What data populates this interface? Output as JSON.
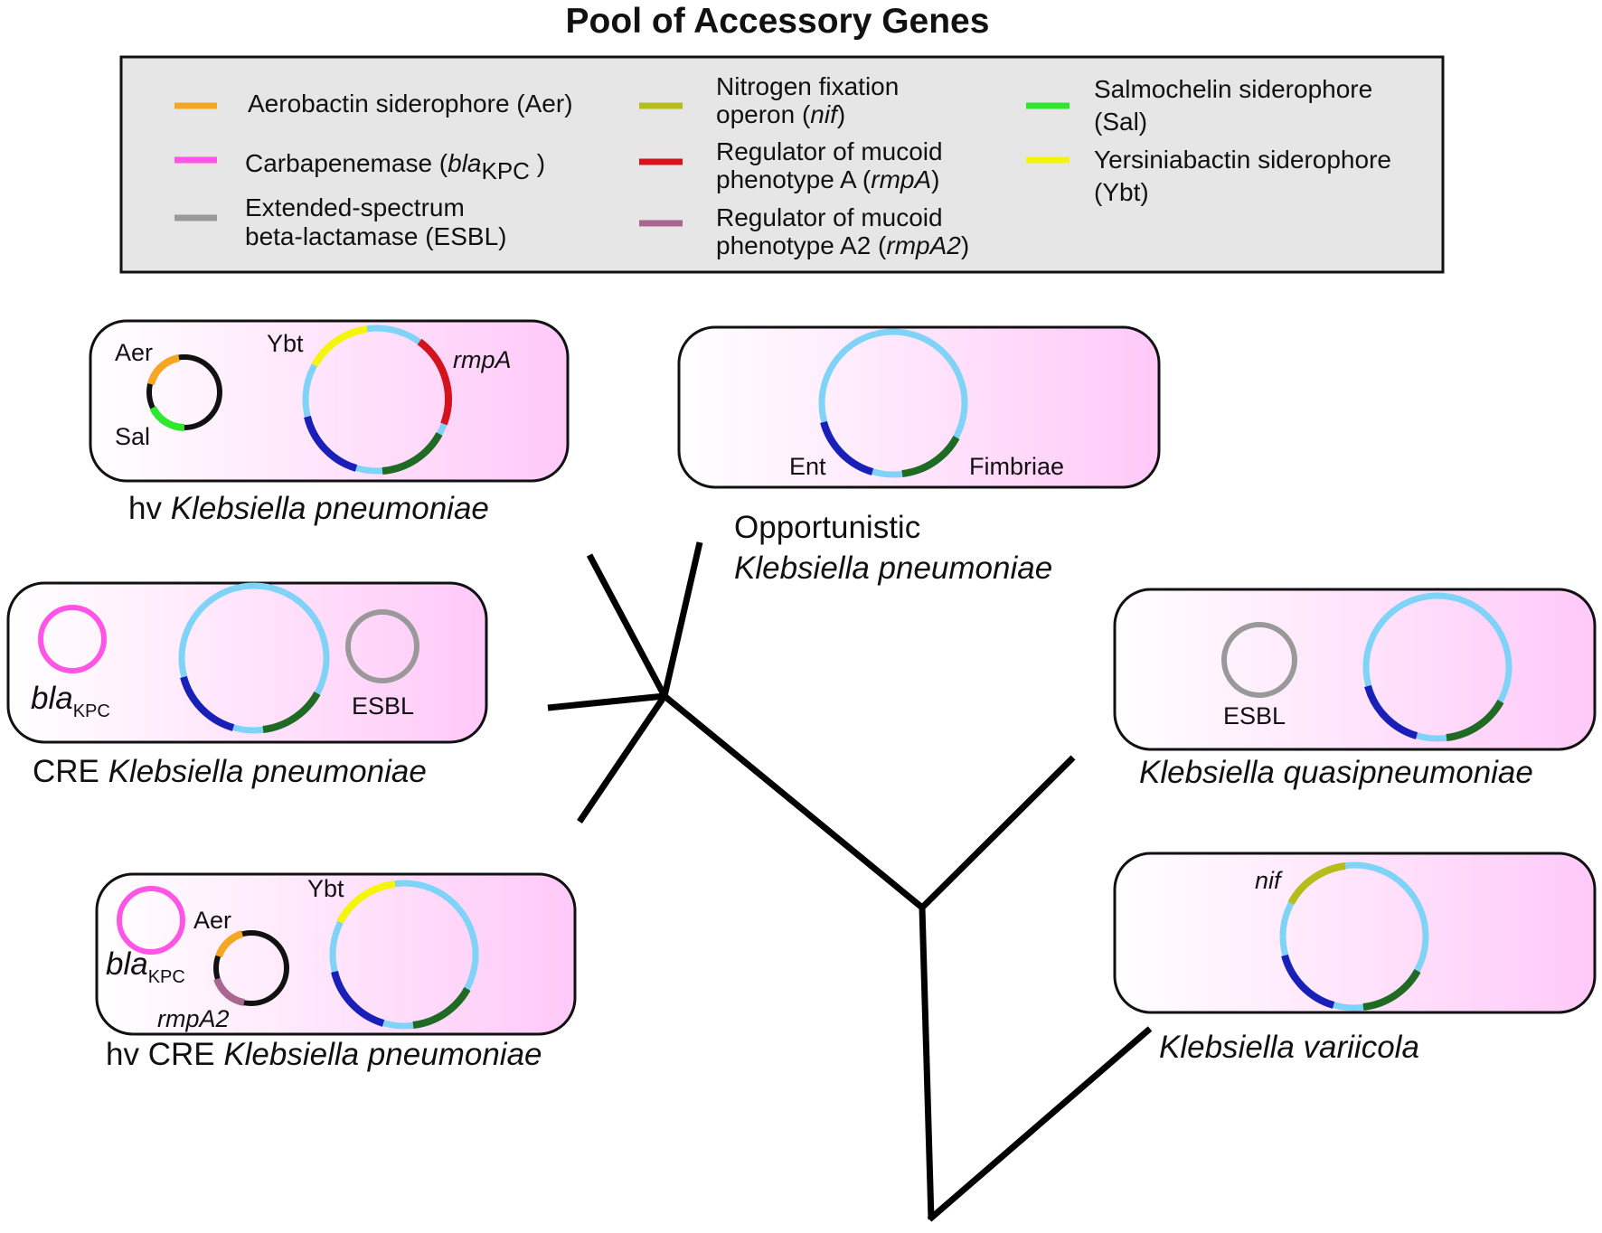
{
  "title": "Pool of Accessory Genes",
  "colors": {
    "aer": "#f5a623",
    "kpc": "#ff55e6",
    "esbl": "#999999",
    "nif": "#b5bd1a",
    "rmpA": "#d4141c",
    "rmpA2": "#a86690",
    "sal": "#2ee82e",
    "ybt": "#f4f50a",
    "chromosome": "#7fd3f7",
    "ent": "#1a1fb8",
    "fimbriae": "#1f6b23",
    "plasmid": "#111111",
    "cell_fill_start": "#ffffff",
    "cell_fill_end": "#ffc9f8",
    "legend_bg": "#e6e6e6"
  },
  "legend": {
    "aer": "Aerobactin siderophore (Aer)",
    "kpc_pre": "Carbapenemase (",
    "kpc_it": "bla",
    "kpc_sub": "KPC",
    "kpc_post": " )",
    "esbl_1": "Extended-spectrum",
    "esbl_2": "beta-lactamase (ESBL)",
    "nif_1": "Nitrogen fixation",
    "nif_2_pre": "operon (",
    "nif_2_it": "nif",
    "nif_2_post": ")",
    "rmpA_1": "Regulator of mucoid",
    "rmpA_2_pre": "phenotype A (",
    "rmpA_2_it": "rmpA",
    "rmpA_2_post": ")",
    "rmpA2_1": "Regulator of mucoid",
    "rmpA2_2_pre": "phenotype A2 (",
    "rmpA2_2_it": "rmpA2",
    "rmpA2_2_post": ")",
    "sal_1": "Salmochelin siderophore",
    "sal_2": "(Sal)",
    "ybt_1": "Yersiniabactin siderophore",
    "ybt_2": "(Ybt)"
  },
  "cells": {
    "hv": {
      "caption_pre": "hv ",
      "caption_it": "Klebsiella pneumoniae",
      "aer": "Aer",
      "sal": "Sal",
      "ybt": "Ybt",
      "rmpA": "rmpA"
    },
    "opportunistic": {
      "caption_1": "Opportunistic",
      "caption_2": "Klebsiella pneumoniae",
      "ent": "Ent",
      "fimbriae": "Fimbriae"
    },
    "cre": {
      "caption_pre": "CRE ",
      "caption_it": "Klebsiella pneumoniae",
      "bla": "bla",
      "kpc": "KPC",
      "esbl": "ESBL"
    },
    "quasi": {
      "caption": "Klebsiella quasipneumoniae",
      "esbl": "ESBL"
    },
    "hvcre": {
      "caption_pre": "hv CRE ",
      "caption_it": "Klebsiella pneumoniae",
      "ybt": "Ybt",
      "aer": "Aer",
      "bla": "bla",
      "kpc": "KPC",
      "rmpA2": "rmpA2"
    },
    "variicola": {
      "caption": "Klebsiella variicola",
      "nif": "nif"
    }
  }
}
